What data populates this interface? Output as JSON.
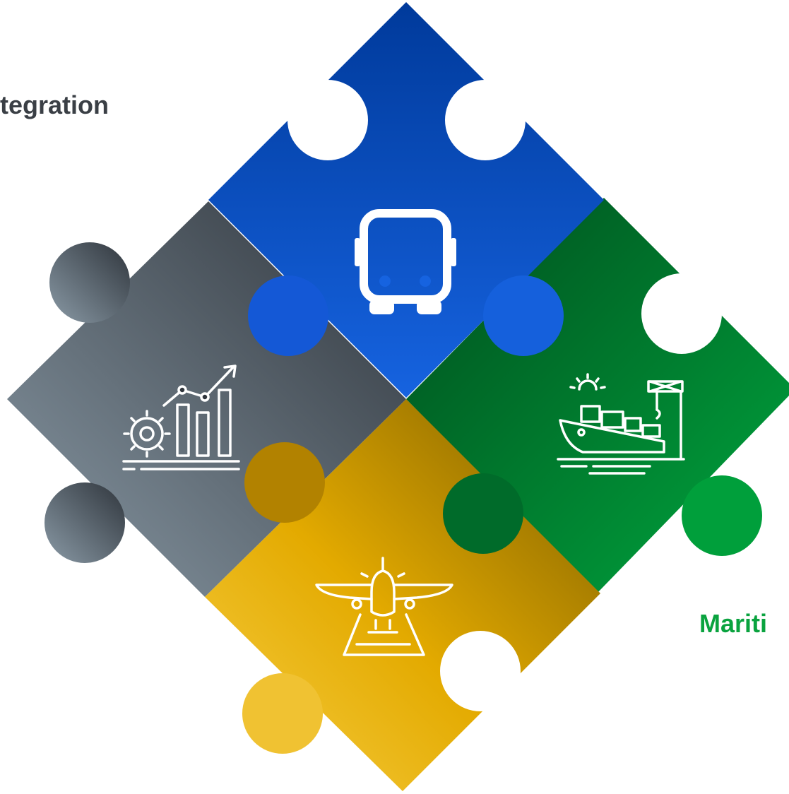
{
  "labels": {
    "integration": "tegration",
    "maritime": "Mariti"
  },
  "pieces": [
    {
      "id": "road",
      "icon": "bus-icon",
      "colors": [
        "#003a9b",
        "#1663e0"
      ]
    },
    {
      "id": "integration",
      "icon": "gear-chart-icon",
      "colors": [
        "#2f353c",
        "#8a9aa6"
      ]
    },
    {
      "id": "maritime",
      "icon": "cargo-ship-icon",
      "colors": [
        "#005a22",
        "#00a63e"
      ]
    },
    {
      "id": "aviation",
      "icon": "airplane-runway-icon",
      "colors": [
        "#7a5c00",
        "#f7cf45"
      ]
    }
  ]
}
